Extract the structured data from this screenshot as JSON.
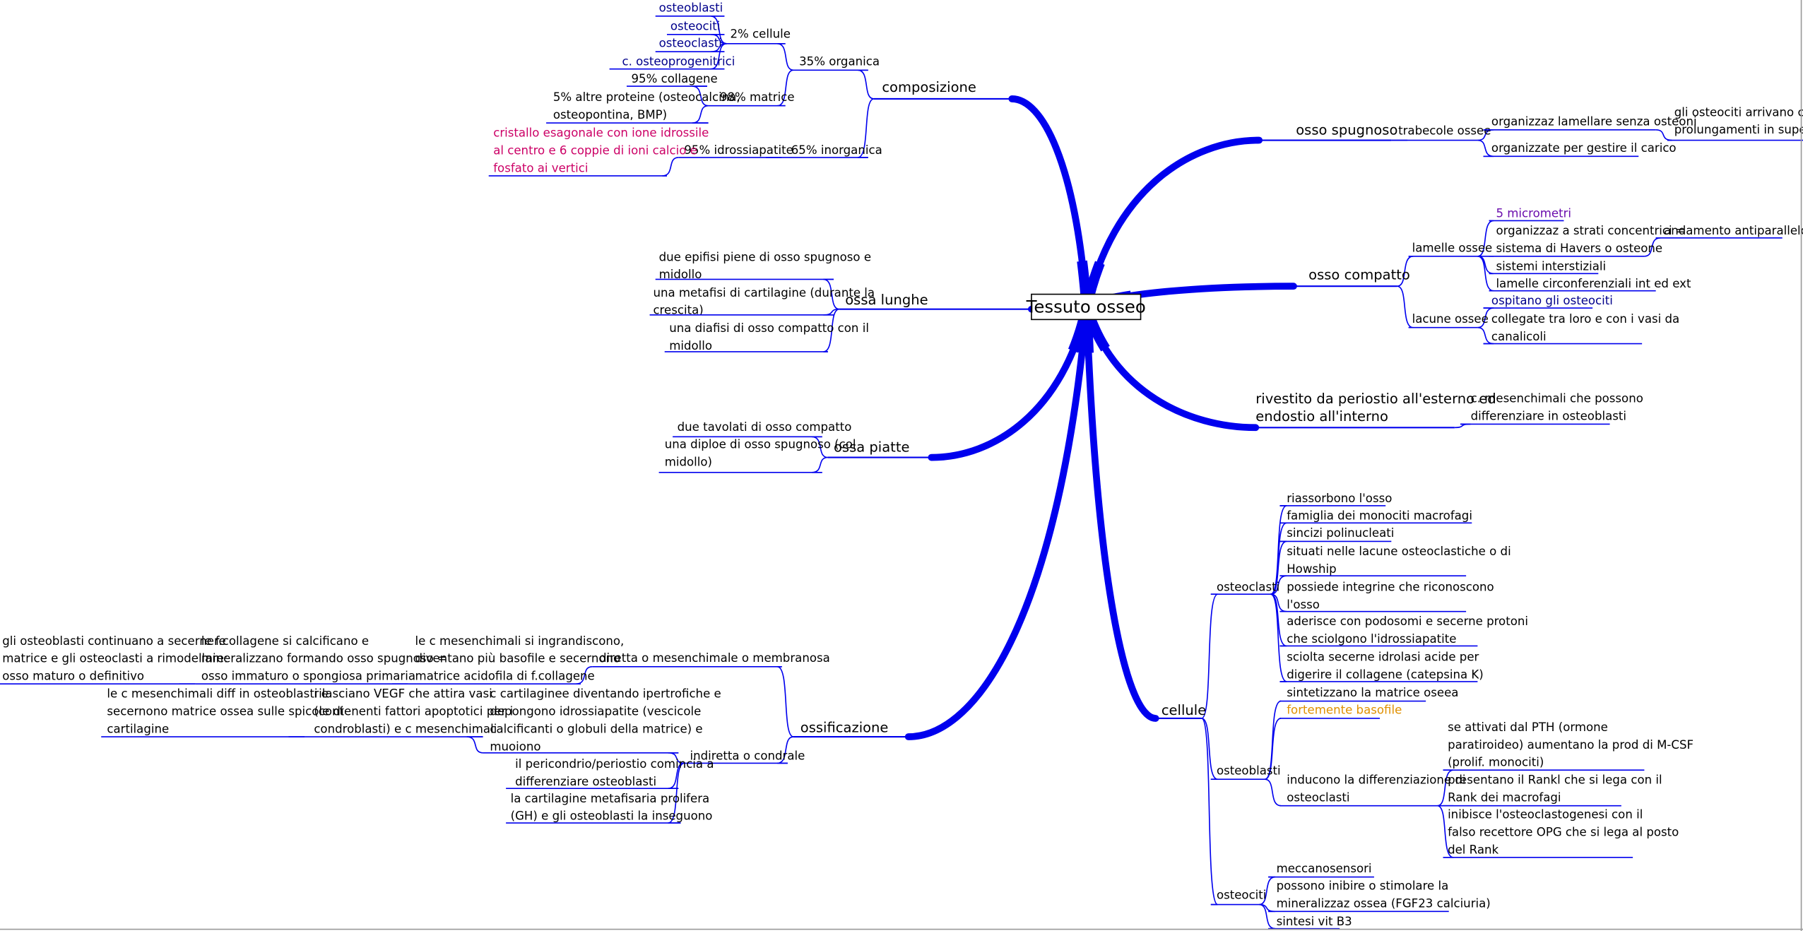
{
  "center": "Tessuto osseo",
  "colors": {
    "line": "#0000ee",
    "navy": "#00008b",
    "pink": "#cc0066",
    "purple": "#6a0dad",
    "orange": "#e09000",
    "text": "#000000"
  },
  "nodes": {
    "composizione": {
      "lines": [
        "composizione"
      ]
    },
    "organica": {
      "lines": [
        "35% organica"
      ]
    },
    "inorganica": {
      "lines": [
        "65% inorganica"
      ]
    },
    "cellule_comp": {
      "lines": [
        "2% cellule"
      ]
    },
    "matrice": {
      "lines": [
        "98% matrice"
      ]
    },
    "c_osteoblasti": {
      "lines": [
        "osteoblasti"
      ]
    },
    "c_osteociti": {
      "lines": [
        "osteociti"
      ]
    },
    "c_osteoclasti": {
      "lines": [
        "osteoclasti"
      ]
    },
    "c_progenitrici": {
      "lines": [
        "c. osteoprogenitrici"
      ]
    },
    "collagene": {
      "lines": [
        "95% collagene"
      ]
    },
    "altre_proteine": {
      "lines": [
        "5% altre proteine (osteocalcina,",
        "osteopontina, BMP)"
      ]
    },
    "idrossiapatite": {
      "lines": [
        "95% idrossiapatite"
      ]
    },
    "cristallo": {
      "lines": [
        "cristallo esagonale con ione idrossile",
        "al centro e 6 coppie di ioni calcio e",
        "fosfato ai vertici"
      ]
    },
    "spugnoso": {
      "lines": [
        "osso spugnoso"
      ]
    },
    "trabecole": {
      "lines": [
        "trabecole ossee"
      ]
    },
    "lamellare": {
      "lines": [
        "organizzaz lamellare senza osteoni"
      ]
    },
    "carico": {
      "lines": [
        "organizzate per gestire il carico"
      ]
    },
    "prolungamenti": {
      "lines": [
        "gli osteociti arrivano con i",
        "prolungamenti in superficie"
      ]
    },
    "compatto": {
      "lines": [
        "osso compatto"
      ]
    },
    "lamelle": {
      "lines": [
        "lamelle ossee"
      ]
    },
    "lacune": {
      "lines": [
        "lacune ossee"
      ]
    },
    "micrometri": {
      "lines": [
        "5 micrometri"
      ]
    },
    "strati": {
      "lines": [
        "organizzaz a strati concentrici =",
        "sistema di Havers o osteone"
      ]
    },
    "antiparallelo": {
      "lines": [
        "andamento antiparallelo"
      ]
    },
    "interstiziali": {
      "lines": [
        "sistemi interstiziali"
      ]
    },
    "circonferenziali": {
      "lines": [
        "lamelle circonferenziali int ed ext"
      ]
    },
    "ospitano": {
      "lines": [
        "ospitano gli osteociti"
      ]
    },
    "collegate": {
      "lines": [
        "collegate tra loro e con i vasi da",
        "canalicoli"
      ]
    },
    "rivestito": {
      "lines": [
        "rivestito da periostio all'esterno ed",
        "endostio all'interno"
      ]
    },
    "mesenchimali_riv": {
      "lines": [
        "c. mesenchimali che possono",
        "differenziare in osteoblasti"
      ]
    },
    "cellule": {
      "lines": [
        "cellule"
      ]
    },
    "osteoclasti": {
      "lines": [
        "osteoclasti"
      ]
    },
    "riassorbono": {
      "lines": [
        "riassorbono l'osso"
      ]
    },
    "famiglia": {
      "lines": [
        "famiglia dei monociti macrofagi"
      ]
    },
    "sincizi": {
      "lines": [
        "sincizi polinucleati"
      ]
    },
    "situati": {
      "lines": [
        "situati nelle lacune osteoclastiche o di",
        "Howship"
      ]
    },
    "integrine": {
      "lines": [
        "possiede integrine che riconoscono",
        "l'osso"
      ]
    },
    "podosomi": {
      "lines": [
        "aderisce con podosomi e secerne protoni",
        "che sciolgono l'idrossiapatite"
      ]
    },
    "idrolasi": {
      "lines": [
        "sciolta secerne idrolasi acide per",
        "digerire il collagene (catepsina K)"
      ]
    },
    "osteoblasti": {
      "lines": [
        "osteoblasti"
      ]
    },
    "sintetizzano": {
      "lines": [
        "sintetizzano la matrice oseea"
      ]
    },
    "basofile": {
      "lines": [
        "fortemente basofile"
      ]
    },
    "inducono": {
      "lines": [
        "inducono la differenziazione di",
        "osteoclasti"
      ]
    },
    "pth": {
      "lines": [
        "se attivati dal PTH (ormone",
        "paratiroideo) aumentano la prod di M-CSF",
        "(prolif. monociti)"
      ]
    },
    "rankl": {
      "lines": [
        "presentano il Rankl che si lega con il",
        "Rank dei macrofagi"
      ]
    },
    "opg": {
      "lines": [
        "inibisce l'osteoclastogenesi con il",
        "falso recettore OPG che si lega al posto",
        "del Rank"
      ]
    },
    "osteociti": {
      "lines": [
        "osteociti"
      ]
    },
    "meccanosensori": {
      "lines": [
        "meccanosensori"
      ]
    },
    "fgf23": {
      "lines": [
        "possono inibire o stimolare la",
        "mineralizzaz ossea (FGF23 calciuria)"
      ]
    },
    "vitb3": {
      "lines": [
        "sintesi vit B3"
      ]
    },
    "ossificazione": {
      "lines": [
        "ossificazione"
      ]
    },
    "diretta": {
      "lines": [
        "diretta o mesenchimale o membranosa"
      ]
    },
    "indiretta": {
      "lines": [
        "indiretta o condrale"
      ]
    },
    "ingrandiscono": {
      "lines": [
        "le c mesenchimali si ingrandiscono,",
        "diventano più basofile e secernono",
        "matrice acidofila di f.collagene"
      ]
    },
    "fcollagene": {
      "lines": [
        "le f.collagene si calcificano e",
        "mineralizzano formando osso spugnoso =",
        "osso immaturo o spongiosa primaria"
      ]
    },
    "maturo": {
      "lines": [
        "gli osteoblasti continuano a secernere",
        "matrice e gli osteoclasti a rimodellare:",
        "osso maturo o definitivo"
      ]
    },
    "ipertrofiche": {
      "lines": [
        "c cartilaginee diventando ipertrofiche e",
        "depongono idrossiapatite (vescicole",
        "calcificanti o globuli della matrice) e",
        "muoiono"
      ]
    },
    "vegf": {
      "lines": [
        "rilasciano VEGF che attira vasi",
        "(contenenti fattori apoptotici per i",
        "condroblasti) e c mesenchimali"
      ]
    },
    "spicole": {
      "lines": [
        "le c mesenchimali diff in osteoblasti e",
        "secernono matrice ossea sulle spicole di",
        "cartilagine"
      ]
    },
    "pericondrio": {
      "lines": [
        "il pericondrio/periostio comincia a",
        "differenziare osteoblasti"
      ]
    },
    "metafisaria": {
      "lines": [
        "la cartilagine metafisaria prolifera",
        "(GH) e gli osteoblasti la inseguono"
      ]
    },
    "lunghe": {
      "lines": [
        "ossa lunghe"
      ]
    },
    "epifisi": {
      "lines": [
        "due epifisi piene di osso spugnoso e",
        "midollo"
      ]
    },
    "metafisi": {
      "lines": [
        "una metafisi di cartilagine (durante la",
        "crescita)"
      ]
    },
    "diafisi": {
      "lines": [
        "una diafisi di osso compatto con il",
        "midollo"
      ]
    },
    "piatte": {
      "lines": [
        "ossa piatte"
      ]
    },
    "tavolati": {
      "lines": [
        "due tavolati di osso compatto"
      ]
    },
    "diploe": {
      "lines": [
        "una diploe di osso spugnoso (col",
        "midollo)"
      ]
    }
  }
}
